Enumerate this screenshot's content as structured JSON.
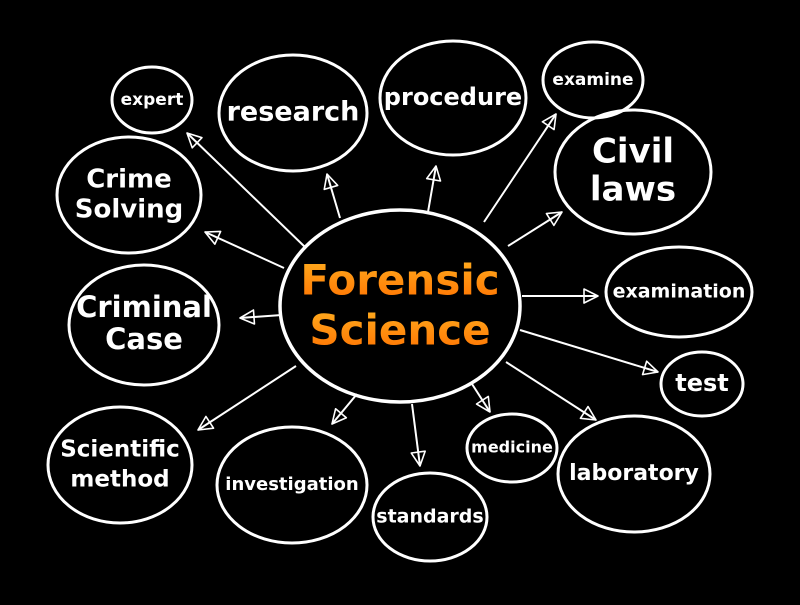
{
  "center": {
    "lines": [
      "Forensic",
      "Science"
    ]
  },
  "colors": {
    "background": "#000000",
    "lines": "#ffffff",
    "center_top": "#ff9a14",
    "center_bottom": "#ff7a00"
  },
  "nodes": [
    {
      "id": "expert",
      "lines": [
        "expert"
      ]
    },
    {
      "id": "research",
      "lines": [
        "research"
      ]
    },
    {
      "id": "procedure",
      "lines": [
        "procedure"
      ]
    },
    {
      "id": "examine",
      "lines": [
        "examine"
      ]
    },
    {
      "id": "civil-laws",
      "lines": [
        "Civil",
        "laws"
      ]
    },
    {
      "id": "crime-solving",
      "lines": [
        "Crime",
        "Solving"
      ]
    },
    {
      "id": "examination",
      "lines": [
        "examination"
      ]
    },
    {
      "id": "criminal-case",
      "lines": [
        "Criminal",
        "Case"
      ]
    },
    {
      "id": "test",
      "lines": [
        "test"
      ]
    },
    {
      "id": "scientific-method",
      "lines": [
        "Scientific",
        "method"
      ]
    },
    {
      "id": "investigation",
      "lines": [
        "investigation"
      ]
    },
    {
      "id": "standards",
      "lines": [
        "standards"
      ]
    },
    {
      "id": "medicine",
      "lines": [
        "medicine"
      ]
    },
    {
      "id": "laboratory",
      "lines": [
        "laboratory"
      ]
    }
  ]
}
